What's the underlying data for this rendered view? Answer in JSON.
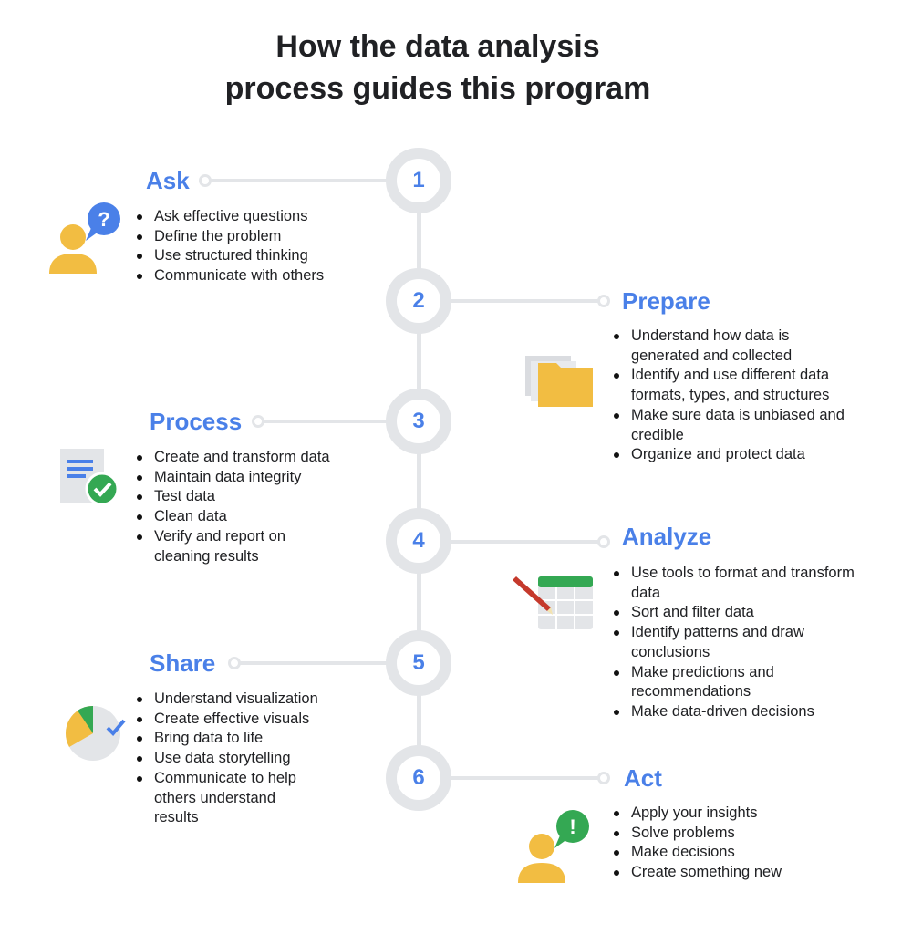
{
  "title": "How the data analysis\nprocess guides this program",
  "steps": [
    {
      "number": "1",
      "name": "Ask",
      "icon": "person-question-icon",
      "items": [
        "Ask effective questions",
        "Define the problem",
        "Use structured thinking",
        "Communicate with others"
      ]
    },
    {
      "number": "2",
      "name": "Prepare",
      "icon": "folder-icon",
      "items": [
        "Understand how data is\ngenerated and collected",
        "Identify and use different data\nformats, types, and structures",
        "Make sure data is unbiased and\ncredible",
        "Organize and protect data"
      ]
    },
    {
      "number": "3",
      "name": "Process",
      "icon": "document-check-icon",
      "items": [
        "Create and transform data",
        "Maintain data integrity",
        "Test data",
        "Clean data",
        "Verify and report on\ncleaning results"
      ]
    },
    {
      "number": "4",
      "name": "Analyze",
      "icon": "spreadsheet-pencil-icon",
      "items": [
        "Use tools to format and transform\ndata",
        "Sort and filter data",
        "Identify patterns and draw\nconclusions",
        "Make predictions and\nrecommendations",
        "Make data-driven decisions"
      ]
    },
    {
      "number": "5",
      "name": "Share",
      "icon": "pie-chart-icon",
      "items": [
        "Understand visualization",
        "Create effective visuals",
        "Bring data to life",
        "Use data storytelling",
        "Communicate to help\nothers understand\nresults"
      ]
    },
    {
      "number": "6",
      "name": "Act",
      "icon": "person-exclamation-icon",
      "items": [
        "Apply your insights",
        "Solve problems",
        "Make decisions",
        "Create something new"
      ]
    }
  ],
  "colors": {
    "accent": "#4a80e8",
    "ring": "#e3e5e8",
    "yellow": "#f2bd42",
    "green": "#34a853",
    "red": "#c5392c"
  }
}
